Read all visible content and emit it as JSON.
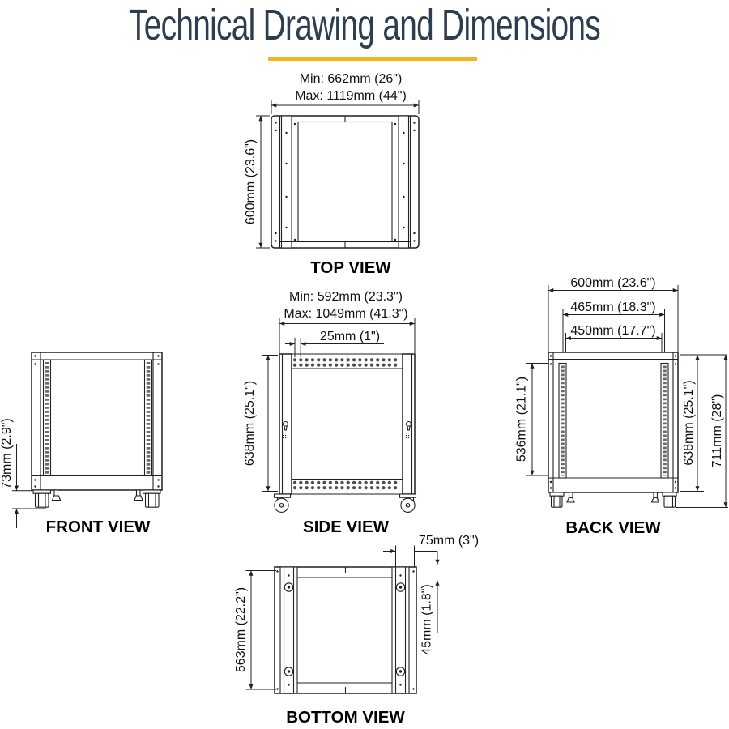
{
  "page": {
    "title": "Technical Drawing and Dimensions"
  },
  "colors": {
    "accent_underline": "#F2B31E",
    "title_text": "#2D3E50",
    "line": "#231F20"
  },
  "views": {
    "top": {
      "label": "TOP VIEW",
      "width_min": "Min: 662mm (26\")",
      "width_max": "Max: 1119mm (44\")",
      "depth": "600mm (23.6\")"
    },
    "front": {
      "label": "FRONT VIEW",
      "caster_height": "73mm (2.9\")"
    },
    "side": {
      "label": "SIDE VIEW",
      "depth_min": "Min: 592mm (23.3\")",
      "depth_max": "Max: 1049mm (41.3\")",
      "hole_pitch": "25mm (1\")",
      "height": "638mm (25.1\")"
    },
    "back": {
      "label": "BACK VIEW",
      "outer_width": "600mm (23.6\")",
      "mount_width_outer": "465mm (18.3\")",
      "mount_width_inner": "450mm (17.7\")",
      "opening_height": "536mm (21.1\")",
      "frame_height": "638mm (25.1\")",
      "overall_height": "711mm (28\")"
    },
    "bottom": {
      "label": "BOTTOM VIEW",
      "rail_length": "563mm (22.2\")",
      "edge_offset": "75mm (3\")",
      "caster_offset": "45mm (1.8\")"
    }
  }
}
